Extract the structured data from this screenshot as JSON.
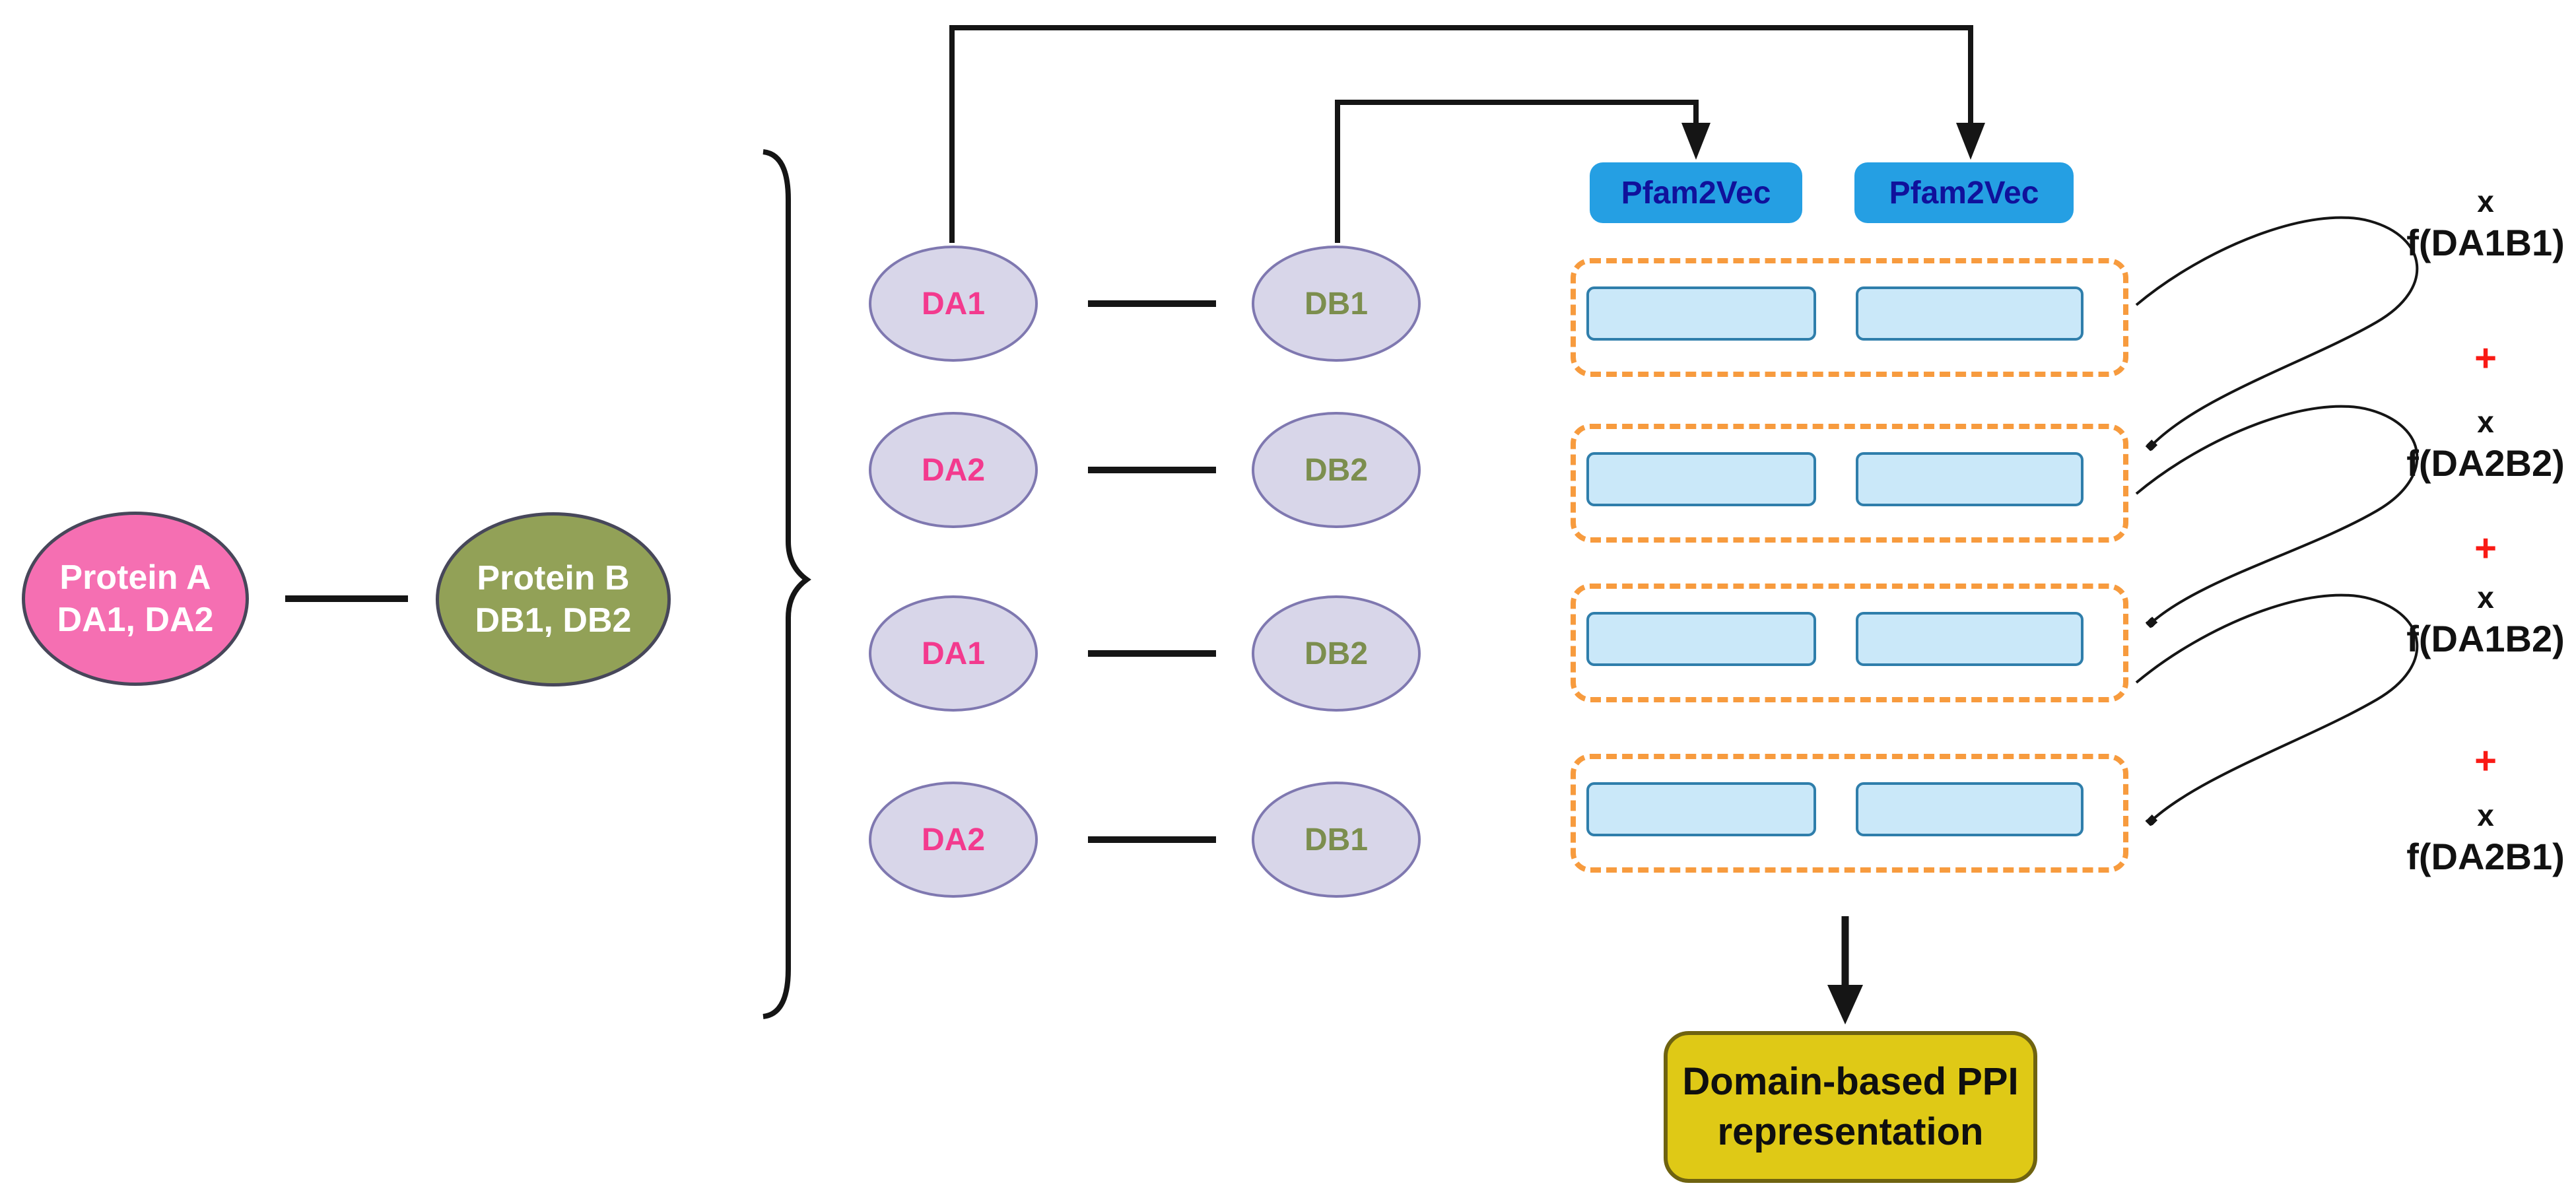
{
  "diagram": {
    "protein_a": {
      "name": "Protein A",
      "domains": "DA1, DA2"
    },
    "protein_b": {
      "name": "Protein B",
      "domains": "DB1, DB2"
    },
    "pairs": [
      {
        "da": "DA1",
        "db": "DB1"
      },
      {
        "da": "DA2",
        "db": "DB2"
      },
      {
        "da": "DA1",
        "db": "DB2"
      },
      {
        "da": "DA2",
        "db": "DB1"
      }
    ],
    "encoders": {
      "left": "Pfam2Vec",
      "right": "Pfam2Vec"
    },
    "weights": [
      {
        "times": "x",
        "factor": "f(DA1B1)"
      },
      {
        "times": "x",
        "factor": "f(DA2B2)"
      },
      {
        "times": "x",
        "factor": "f(DA1B2)"
      },
      {
        "times": "x",
        "factor": "f(DA2B1)"
      }
    ],
    "plus_symbol": "+",
    "output_box": {
      "line1": "Domain-based PPI",
      "line2": "representation"
    },
    "colors": {
      "protein_a_fill": "#F56FB2",
      "protein_b_fill": "#92A157",
      "protein_stroke": "#47475A",
      "protein_text": "#ffffff",
      "domain_fill": "#D8D6E9",
      "domain_stroke": "#7F78B0",
      "da_text": "#F33A8E",
      "db_text": "#7C8E4E",
      "encoder_bg": "#259FE3",
      "encoder_text": "#10119B",
      "dashed_border": "#F79B3E",
      "vector_fill": "#CAE8F9",
      "vector_stroke": "#2F7EAB",
      "plus_color": "#F91A15",
      "weight_text": "#111111",
      "output_fill": "#DFC916",
      "output_stroke": "#6F6310",
      "output_text": "#0f0f0f",
      "line_color": "#151515"
    }
  }
}
